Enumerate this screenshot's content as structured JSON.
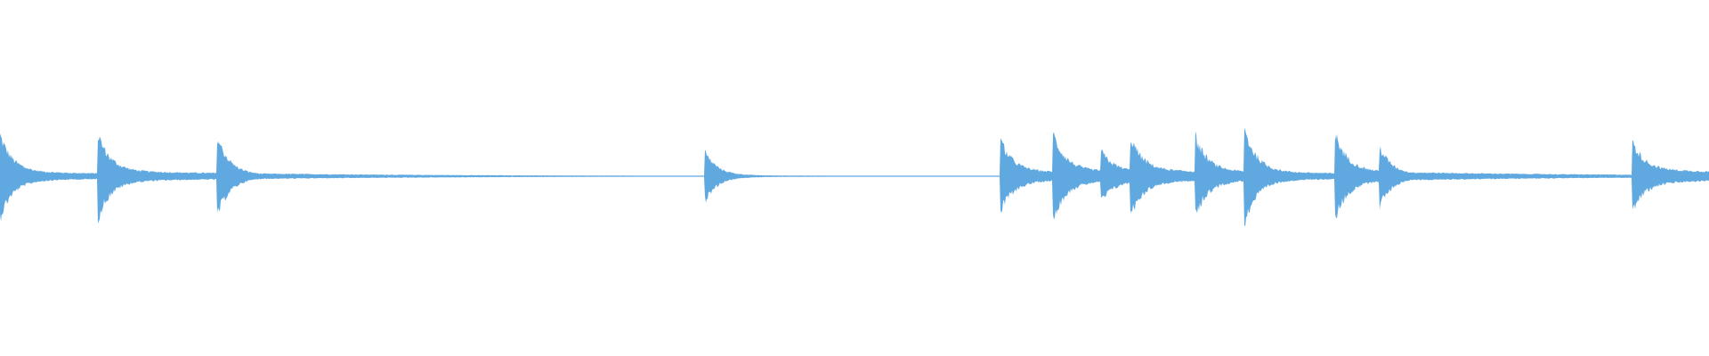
{
  "waveform": {
    "color": "#5fa8e0",
    "background": "#ffffff",
    "onsets": [
      {
        "t": 0.0,
        "peak": 0.95,
        "sustain": 0.1
      },
      {
        "t": 0.057,
        "peak": 1.0,
        "sustain": 0.12
      },
      {
        "t": 0.127,
        "peak": 0.92,
        "sustain": 0.04
      },
      {
        "t": 0.412,
        "peak": 0.6,
        "sustain": 0.02
      },
      {
        "t": 0.585,
        "peak": 0.87,
        "sustain": 0.12
      },
      {
        "t": 0.616,
        "peak": 1.0,
        "sustain": 0.14
      },
      {
        "t": 0.644,
        "peak": 0.6,
        "sustain": 0.12
      },
      {
        "t": 0.661,
        "peak": 0.95,
        "sustain": 0.14
      },
      {
        "t": 0.699,
        "peak": 0.95,
        "sustain": 0.12
      },
      {
        "t": 0.728,
        "peak": 1.1,
        "sustain": 0.1
      },
      {
        "t": 0.781,
        "peak": 1.0,
        "sustain": 0.12
      },
      {
        "t": 0.807,
        "peak": 0.7,
        "sustain": 0.04
      },
      {
        "t": 0.955,
        "peak": 0.8,
        "sustain": 0.15
      }
    ]
  }
}
